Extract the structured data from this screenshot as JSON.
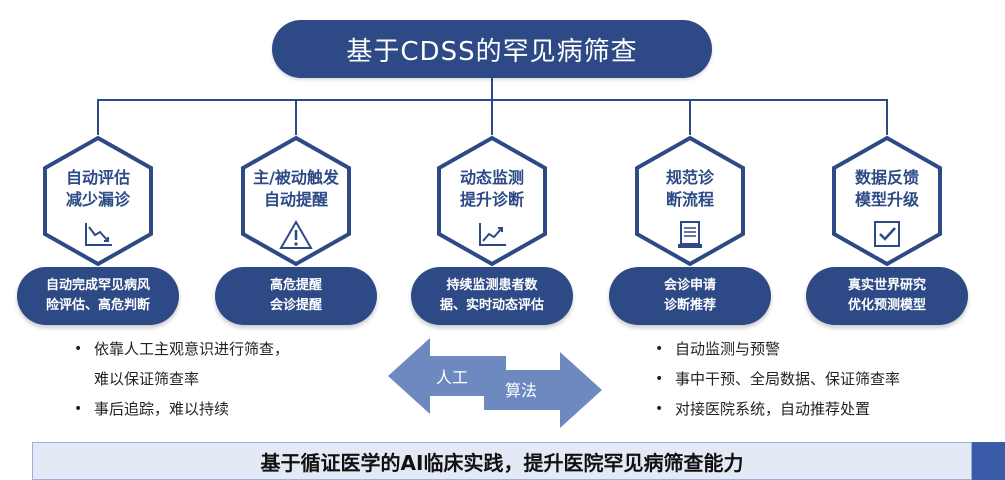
{
  "title": "基于CDSS的罕见病筛查",
  "hexagons": [
    {
      "line1": "自动评估",
      "line2": "减少漏诊",
      "icon": "trend-down-icon"
    },
    {
      "line1": "主/被动触发",
      "line2": "自动提醒",
      "icon": "warning-icon"
    },
    {
      "line1": "动态监测",
      "line2": "提升诊断",
      "icon": "trend-up-icon"
    },
    {
      "line1": "规范诊",
      "line2": "断流程",
      "icon": "document-icon"
    },
    {
      "line1": "数据反馈",
      "line2": "模型升级",
      "icon": "checkbox-icon"
    }
  ],
  "pills": [
    "自动完成罕见病风\n险评估、高危判断",
    "高危提醒\n会诊提醒",
    "持续监测患者数\n据、实时动态评估",
    "会诊申请\n诊断推荐",
    "真实世界研究\n优化预测模型"
  ],
  "left_bullets": {
    "item1_line1": "依靠人工主观意识进行筛查，",
    "item1_line2": "难以保证筛查率",
    "item2": "事后追踪，难以持续"
  },
  "right_bullets": {
    "item1": "自动监测与预警",
    "item2": "事中干预、全局数据、保证筛查率",
    "item3": "对接医院系统，自动推荐处置"
  },
  "arrows": {
    "left_label": "人工",
    "right_label": "算法"
  },
  "footer": "基于循证医学的AI临床实践，提升医院罕见病筛查能力",
  "colors": {
    "primary": "#2d4a86",
    "arrow": "#6e89c0",
    "bar_bg": "#e4e9f6"
  }
}
